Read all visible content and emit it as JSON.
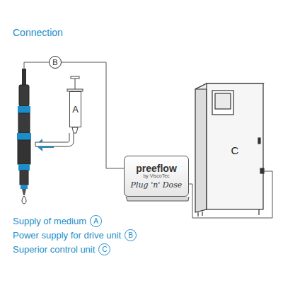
{
  "diagram": {
    "title": "Connection",
    "nodes": [
      {
        "text": [
          "B"
        ]
      },
      {
        "text": [
          "A"
        ]
      },
      {
        "text": [
          "preeflow",
          "by ViscoTec",
          "Plug 'n' Dose"
        ]
      },
      {
        "text": [
          "C"
        ]
      }
    ],
    "edges": [
      {
        "from": 0,
        "to": 2,
        "arrow": "none"
      },
      {
        "from": 2,
        "to": 3,
        "arrow": "none"
      }
    ],
    "labels": [
      "Supply of medium",
      "A",
      "Power supply for drive unit",
      "B",
      "Superior control unit",
      "C"
    ]
  }
}
